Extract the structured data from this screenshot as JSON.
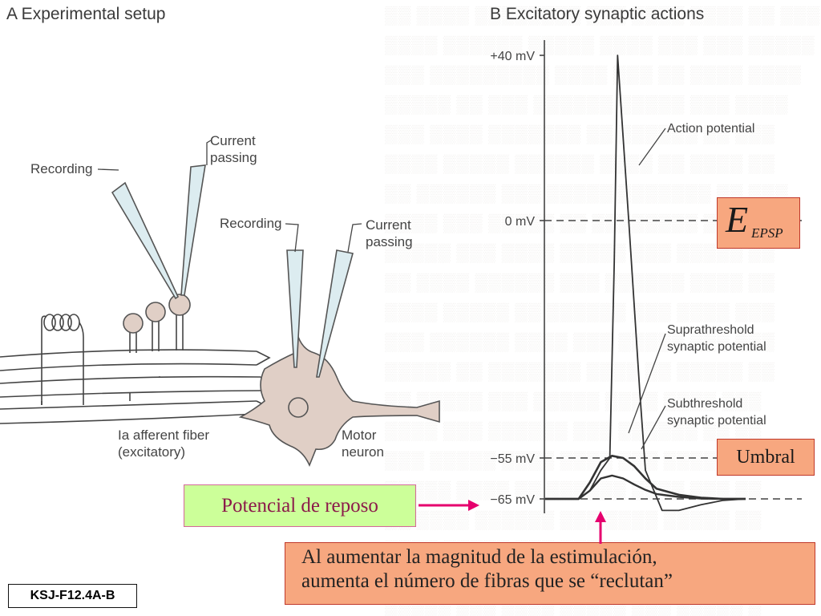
{
  "panel_a": {
    "title": "A  Experimental setup",
    "labels": {
      "recording_1": "Recording",
      "current_passing_1": "Current\npassing",
      "recording_2": "Recording",
      "current_passing_2": "Current\npassing",
      "afferent_fiber": "Ia afferent fiber\n(excitatory)",
      "motor_neuron": "Motor\nneuron"
    }
  },
  "panel_b": {
    "title": "B  Excitatory synaptic actions",
    "chart_data": {
      "type": "line",
      "ylabel": "",
      "yticks": [
        "+40 mV",
        "0 mV",
        "−55 mV",
        "−65 mV"
      ],
      "ytick_values": [
        40,
        0,
        -55,
        -65
      ],
      "ylim": [
        -70,
        44
      ],
      "series": [
        {
          "name": "Action potential",
          "x": [
            0,
            3,
            4,
            5,
            5.8,
            6.2,
            6.5,
            7.5,
            8.5,
            9,
            10.5,
            12,
            14,
            16,
            18
          ],
          "y": [
            -65,
            -65,
            -63,
            -58,
            -55,
            -10,
            40,
            0,
            -40,
            -58,
            -69,
            -69,
            -67,
            -65.5,
            -65
          ]
        },
        {
          "name": "Suprathreshold synaptic potential",
          "x": [
            0,
            3,
            4,
            5,
            6,
            7,
            8,
            9,
            10,
            12,
            14,
            16,
            18
          ],
          "y": [
            -65,
            -65,
            -61,
            -56,
            -54.5,
            -55,
            -57,
            -60,
            -62.5,
            -64,
            -64.7,
            -65,
            -65
          ]
        },
        {
          "name": "Subthreshold synaptic potential",
          "x": [
            0,
            3,
            4,
            5,
            6,
            7,
            8,
            9,
            10,
            12,
            14,
            16,
            18
          ],
          "y": [
            -65,
            -65,
            -63,
            -60,
            -59.3,
            -60,
            -61.5,
            -62.8,
            -63.8,
            -64.5,
            -64.9,
            -65,
            -65
          ]
        }
      ],
      "annotations": [
        "Action potential",
        "Suprathreshold\nsynaptic potential",
        "Subthreshold\nsynaptic potential"
      ]
    }
  },
  "boxes": {
    "e_epsp_main": "E",
    "e_epsp_sub": "EPSP",
    "umbral": "Umbral",
    "reposo": "Potencial de reposo",
    "note_line1": "Al aumentar la magnitud de la estimulación,",
    "note_line2": " aumenta el número de fibras que se “reclutan”"
  },
  "figure_id": "KSJ-F12.4A-B",
  "colors": {
    "box_orange": "#f7a77f",
    "box_green": "#ccff99",
    "arrow_magenta": "#e6006e",
    "reposo_text": "#8b1a4a"
  }
}
